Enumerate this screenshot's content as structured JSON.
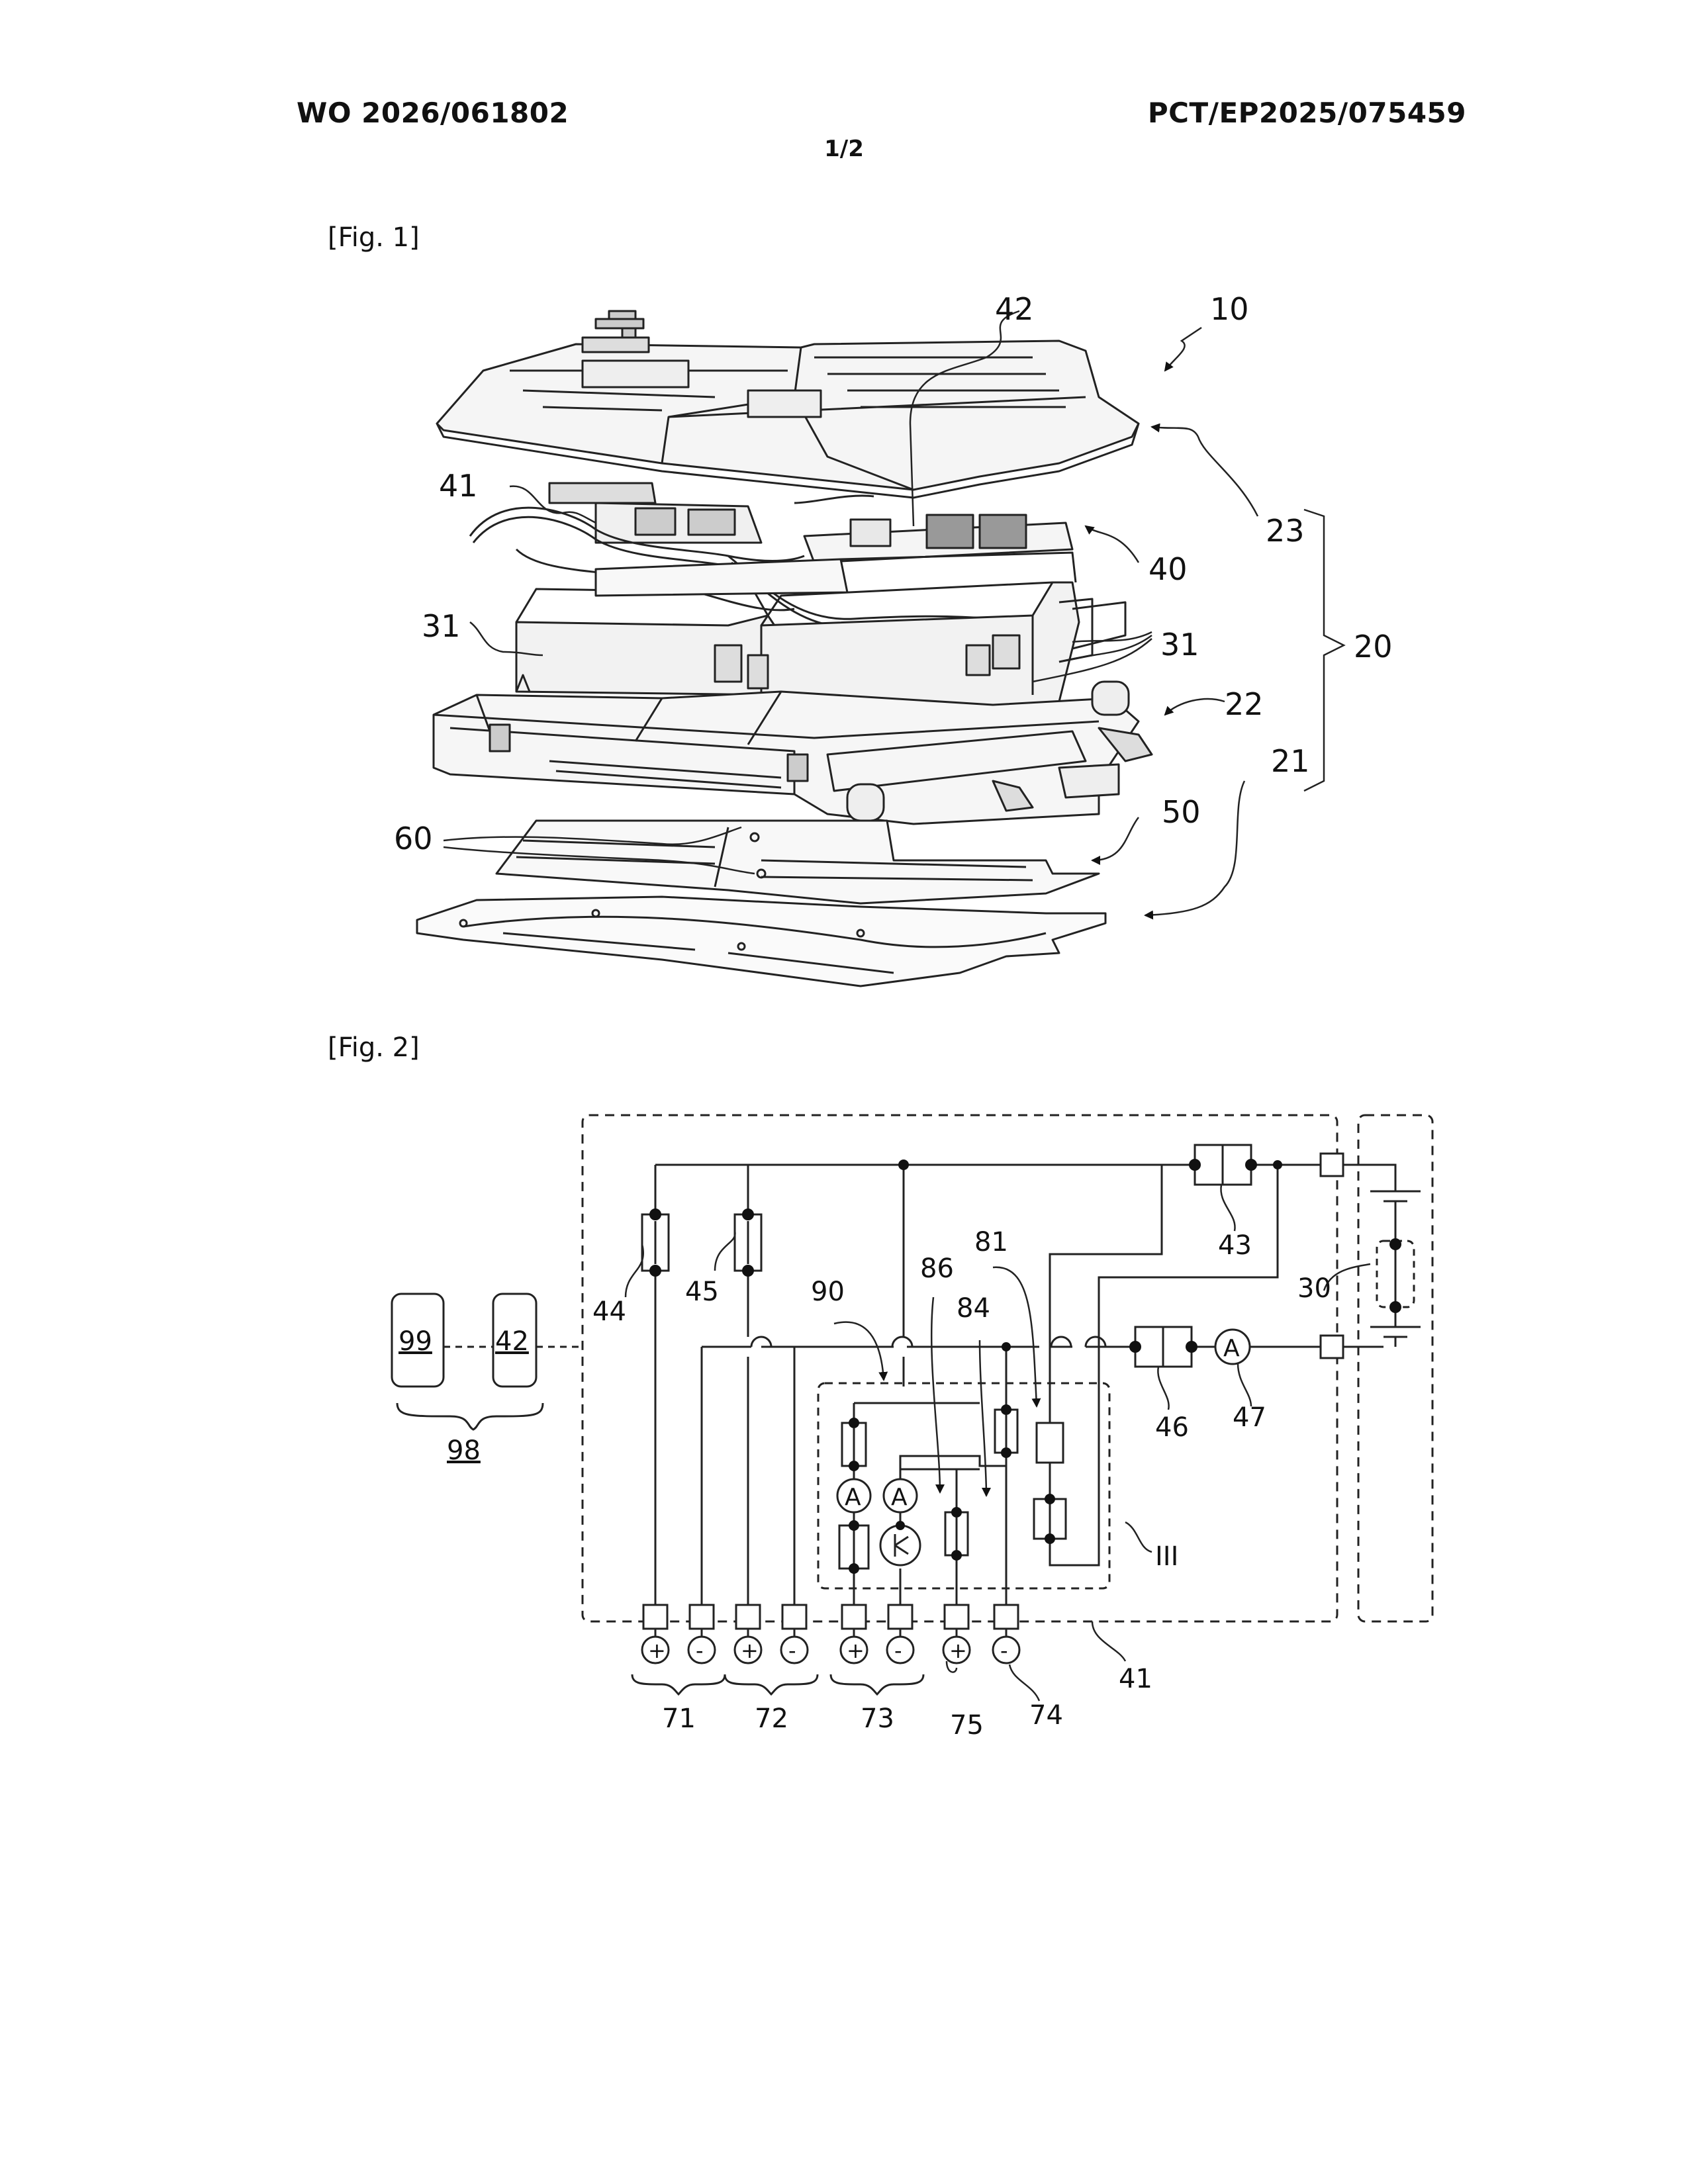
{
  "header": {
    "publication_number": "WO 2026/061802",
    "application_number": "PCT/EP2025/075459",
    "sheet": "1/2"
  },
  "fig1": {
    "label": "[Fig. 1]",
    "refs": {
      "r10": "10",
      "r42": "42",
      "r41": "41",
      "r23": "23",
      "r40": "40",
      "r31a": "31",
      "r31b": "31",
      "r20": "20",
      "r22": "22",
      "r21": "21",
      "r60": "60",
      "r50": "50"
    }
  },
  "fig2": {
    "label": "[Fig. 2]",
    "boxes": {
      "b99": "99",
      "b42": "42"
    },
    "refs": {
      "r98": "98",
      "r44": "44",
      "r45": "45",
      "r90": "90",
      "r86": "86",
      "r81": "81",
      "r84": "84",
      "r43": "43",
      "r30": "30",
      "r46": "46",
      "r47": "47",
      "rIII": "III",
      "r41": "41",
      "r71": "71",
      "r72": "72",
      "r73": "73",
      "r75": "75",
      "r74": "74"
    },
    "ammeter_symbol": "A",
    "plus_symbol": "+",
    "minus_symbol": "-"
  }
}
